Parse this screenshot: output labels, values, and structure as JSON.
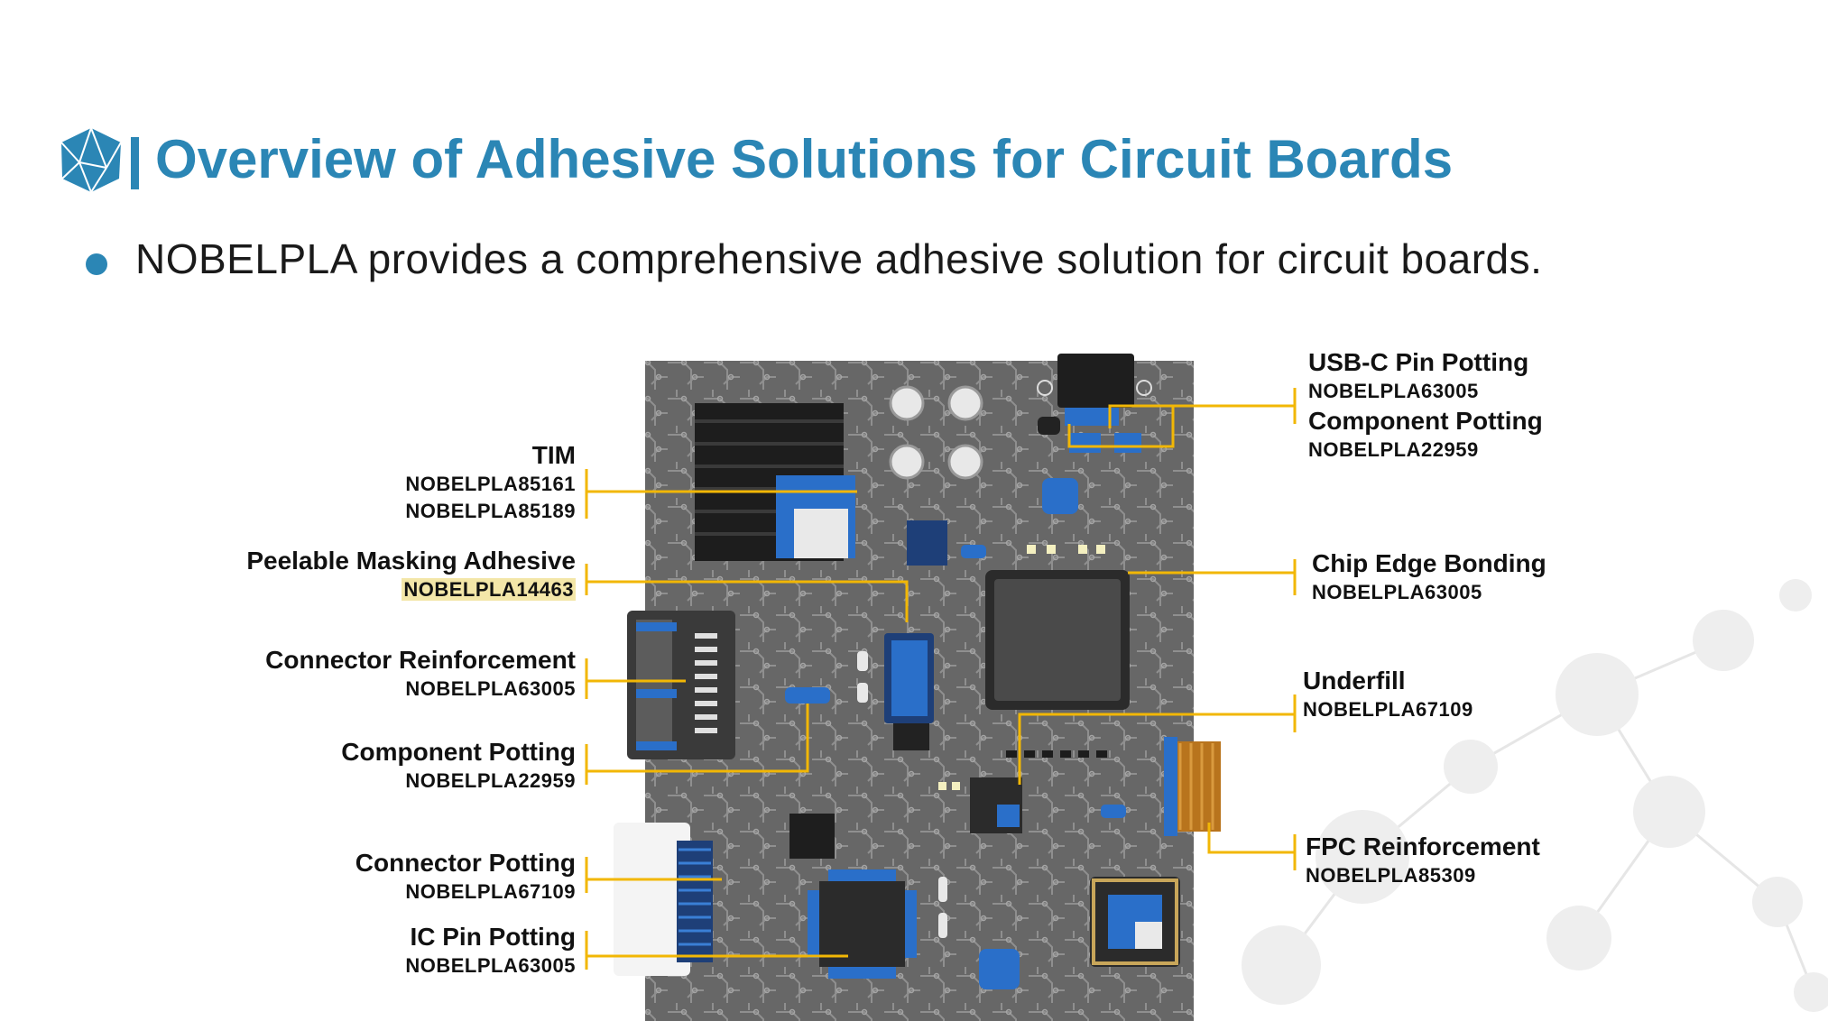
{
  "header": {
    "title": "Overview of Adhesive Solutions for Circuit Boards",
    "intro": "NOBELPLA  provides a comprehensive adhesive solution for circuit boards."
  },
  "colors": {
    "accent": "#2b86b5",
    "leader": "#f2b705",
    "board": "#6b6b6b",
    "trace": "#8c8c8c"
  },
  "icons": {
    "logo": "blue-polyhedron-icon"
  },
  "callouts_left": [
    {
      "name": "TIM",
      "codes": [
        "NOBELPLA85161",
        "NOBELPLA85189"
      ]
    },
    {
      "name": "Peelable Masking Adhesive",
      "codes": [
        "NOBELPLA14463"
      ]
    },
    {
      "name": "Connector Reinforcement",
      "codes": [
        "NOBELPLA63005"
      ]
    },
    {
      "name": "Component Potting",
      "codes": [
        "NOBELPLA22959"
      ]
    },
    {
      "name": "Connector Potting",
      "codes": [
        "NOBELPLA67109"
      ]
    },
    {
      "name": "IC Pin Potting",
      "codes": [
        "NOBELPLA63005"
      ]
    }
  ],
  "callouts_right": [
    {
      "name": "USB-C Pin Potting",
      "codes": [
        "NOBELPLA63005"
      ]
    },
    {
      "name": "Component Potting",
      "codes": [
        "NOBELPLA22959"
      ]
    },
    {
      "name": "Chip Edge Bonding",
      "codes": [
        "NOBELPLA63005"
      ]
    },
    {
      "name": "Underfill",
      "codes": [
        "NOBELPLA67109"
      ]
    },
    {
      "name": "FPC Reinforcement",
      "codes": [
        "NOBELPLA85309"
      ]
    }
  ]
}
